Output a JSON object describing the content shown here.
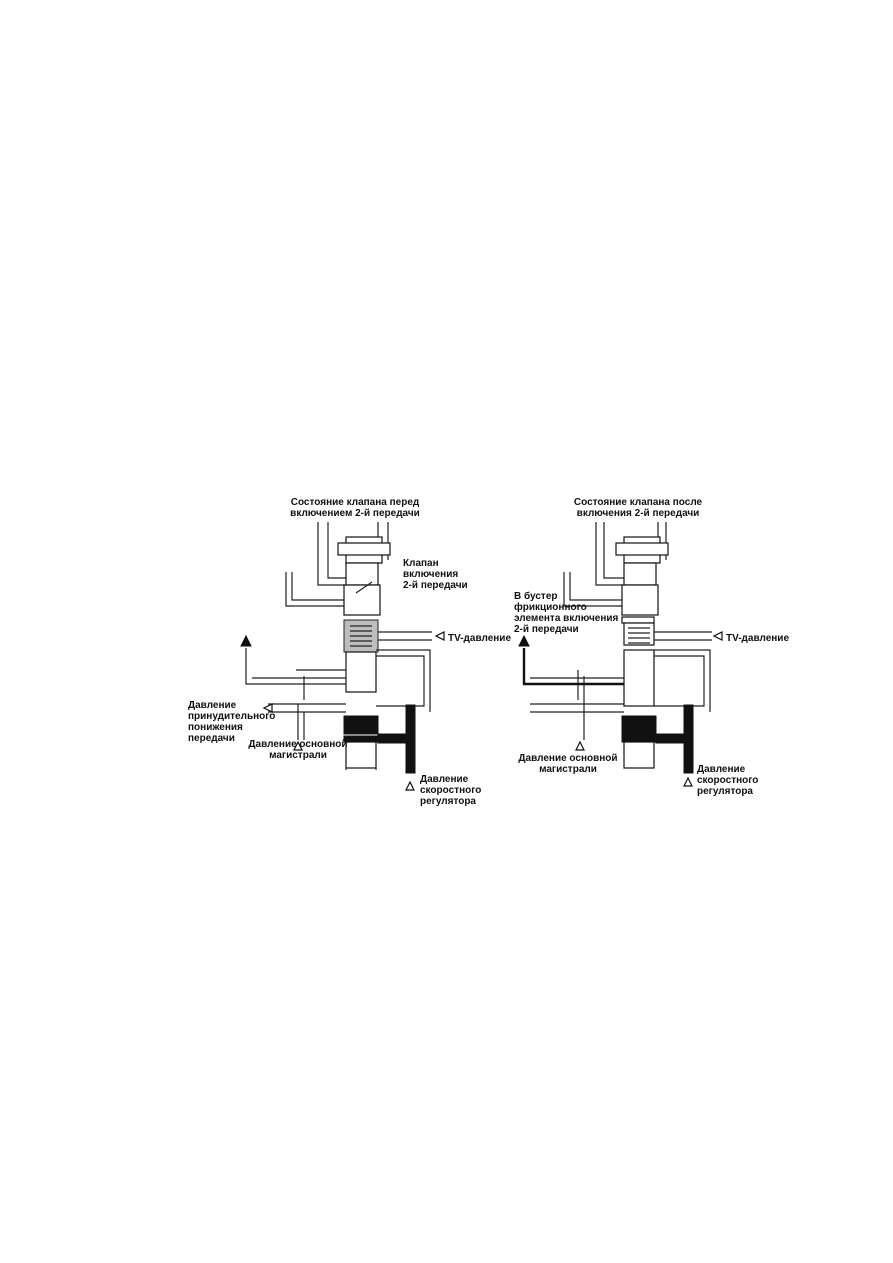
{
  "left_diagram": {
    "title": "Состояние клапана перед\nвключением 2-й передачи",
    "valve_label": "Клапан\nвключения\n2-й передачи",
    "tv_pressure": "TV-давление",
    "downshift_pressure": "Давление\nпринудительного\nпонижения\nпередачи",
    "line_pressure": "Давление основной\nмагистрали",
    "governor_pressure": "Давление\nскоростного\nрегулятора"
  },
  "right_diagram": {
    "title": "Состояние клапана после\nвключения 2-й передачи",
    "booster_label": "В бустер\nфрикционного\nэлемента включения\n2-й передачи",
    "tv_pressure": "TV-давление",
    "line_pressure": "Давление основной\nмагистрали",
    "governor_pressure": "Давление\nскоростного\nрегулятора"
  }
}
